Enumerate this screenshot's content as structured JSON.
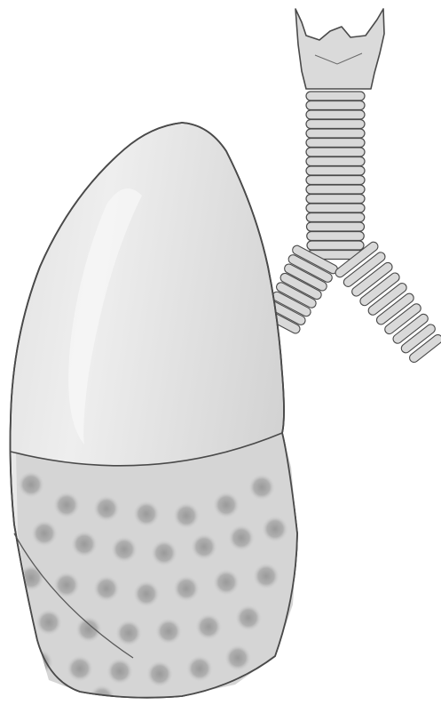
{
  "diagram": {
    "subject": "lung-with-trachea-and-bronchi",
    "parts": [
      "larynx",
      "trachea",
      "left-main-bronchus",
      "right-main-bronchus",
      "lung-upper-region",
      "lung-lower-region"
    ],
    "lower_region_pattern": "spotted",
    "colors": {
      "background": "#ffffff",
      "outline": "#4a4a4a",
      "lung_fill": "#dcdcdc",
      "lung_highlight": "#f2f2f2",
      "lower_fill": "#d2d2d2",
      "spot": "#a8a8a8",
      "airway_fill": "#d9d9d9"
    }
  }
}
